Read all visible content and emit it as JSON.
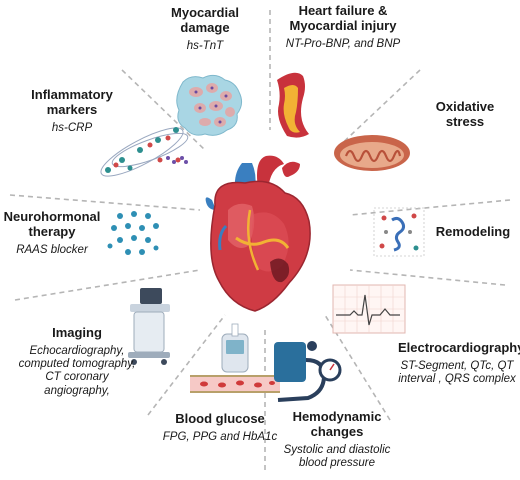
{
  "segments": {
    "myocardial_damage": {
      "title": "Myocardial damage",
      "sub": "hs-TnT"
    },
    "heart_failure": {
      "title": "Heart failure & Myocardial injury",
      "sub": "NT-Pro-BNP,  and BNP"
    },
    "oxidative_stress": {
      "title": "Oxidative stress",
      "sub": ""
    },
    "remodeling": {
      "title": "Remodeling",
      "sub": ""
    },
    "electrocardiography": {
      "title": "Electrocardiography",
      "sub": "ST-Segment, QTc, QT interval , QRS complex"
    },
    "hemodynamic": {
      "title": "Hemodynamic changes",
      "sub": "Systolic and diastolic blood pressure"
    },
    "blood_glucose": {
      "title": "Blood glucose",
      "sub": "FPG, PPG and HbA1c"
    },
    "imaging": {
      "title": "Imaging",
      "sub": "Echocardiography, computed tomography, CT coronary angiography,"
    },
    "neurohormonal": {
      "title": "Neurohormonal therapy",
      "sub": "RAAS blocker"
    },
    "inflammatory": {
      "title": "Inflammatory markers",
      "sub": "hs-CRP"
    }
  },
  "colors": {
    "divider": "#b5b5b5",
    "heart_red": "#c8323c",
    "heart_blue": "#3a7fc0",
    "accent_teal": "#2d8f8f"
  }
}
